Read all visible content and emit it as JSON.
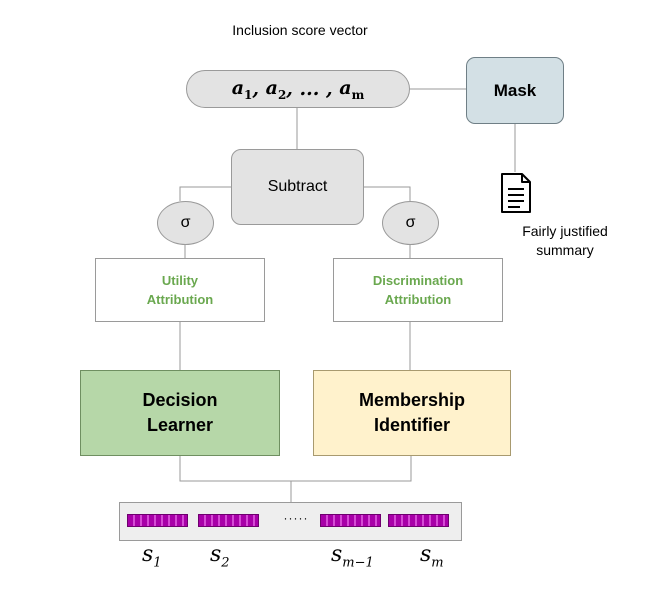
{
  "header": {
    "vector_label": "Inclusion score vector"
  },
  "vector": {
    "text": "a",
    "subs": [
      "1",
      "2",
      "m"
    ],
    "ellipsis": "..."
  },
  "mask": {
    "label": "Mask"
  },
  "subtract": {
    "label": "Subtract"
  },
  "sigma": {
    "left": "σ",
    "right": "σ"
  },
  "utility": {
    "line1": "Utility",
    "line2": "Attribution"
  },
  "discrimination": {
    "line1": "Discrimination",
    "line2": "Attribution"
  },
  "decision": {
    "line1": "Decision",
    "line2": "Learner"
  },
  "membership": {
    "line1": "Membership",
    "line2": "Identifier"
  },
  "output": {
    "line1": "Fairly justified",
    "line2": "summary",
    "icon": "document-icon"
  },
  "sequence": {
    "dots": "·····",
    "labels": [
      {
        "base": "s",
        "sub": "1"
      },
      {
        "base": "s",
        "sub": "2"
      },
      {
        "base": "s",
        "sub": "m−1"
      },
      {
        "base": "s",
        "sub": "m"
      }
    ]
  },
  "colors": {
    "green_text": "#6aa84f",
    "decision_fill": "#b6d7a8",
    "membership_fill": "#fff2cc",
    "mask_fill": "#d3e0e5",
    "bar_fill": "#a800a8"
  }
}
